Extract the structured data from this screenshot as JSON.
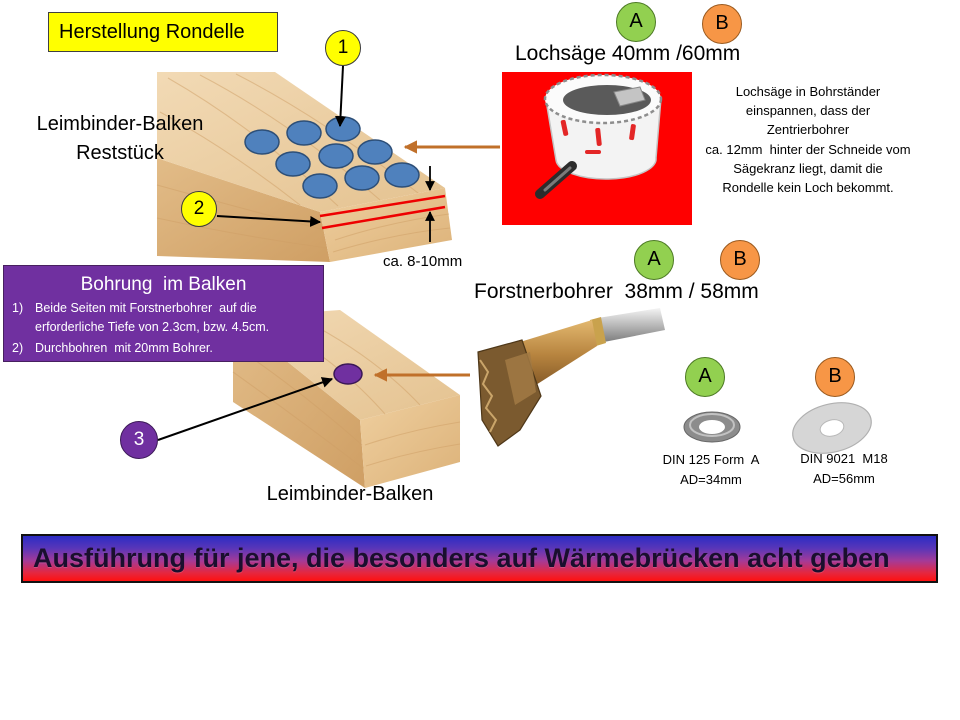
{
  "slide": {
    "title": "Herstellung Rondelle",
    "banner": "Ausführung für jene, die besonders auf Wärmebrücken acht geben"
  },
  "step_markers": {
    "rondelle_cut": "1",
    "cut_line": "2",
    "beam_hole": "3"
  },
  "offcut": {
    "label": [
      "Leimbinder-Balken",
      "Reststück"
    ],
    "cut_depth": "ca. 8-10mm"
  },
  "hole_saw": {
    "options": [
      "A",
      "B"
    ],
    "heading": "Lochsäge 40mm /60mm",
    "note": [
      "Lochsäge in Bohrständer",
      "einspannen, dass der",
      "Zentrierbohrer",
      "ca. 12mm  hinter der Schneide vom",
      "Sägekranz liegt, damit die",
      "Rondelle kein Loch bekommt."
    ]
  },
  "forstner_bit": {
    "options": [
      "A",
      "B"
    ],
    "heading": "Forstnerbohrer  38mm / 58mm"
  },
  "drilling_box": {
    "title": "Bohrung  im Balken",
    "steps": [
      {
        "number": "1)",
        "text": "Beide Seiten mit Forstnerbohrer  auf die erforderliche Tiefe von 2.3cm, bzw. 4.5cm."
      },
      {
        "number": "2)",
        "text": "Durchbohren  mit 20mm Bohrer."
      }
    ]
  },
  "beam": {
    "label": "Leimbinder-Balken"
  },
  "washers": [
    {
      "option": "A",
      "name": "DIN 125 Form  A",
      "outer_diameter": "AD=34mm"
    },
    {
      "option": "B",
      "name": "DIN 9021  M18",
      "outer_diameter": "AD=56mm"
    }
  ],
  "colors": {
    "title_background": "#ffff00",
    "step_marker": "#ffff00",
    "step_marker_3": "#7030a0",
    "option_a": "#92d050",
    "option_b": "#f79646",
    "info_box": "#7030a0",
    "rondelle_marker": "#4f81bd",
    "hole_marker": "#7030a0",
    "cut_line": "#ee0000",
    "pointer_arrow": "#c0702a",
    "saw_photo_background": "#ff0000"
  },
  "illustrations": {
    "offcut": "glulam-beam-offcut",
    "saw": "hole-saw",
    "bit": "forstner-bit",
    "beam": "glulam-beam",
    "washer_a": "flat-washer",
    "washer_b": "large-flat-washer"
  }
}
